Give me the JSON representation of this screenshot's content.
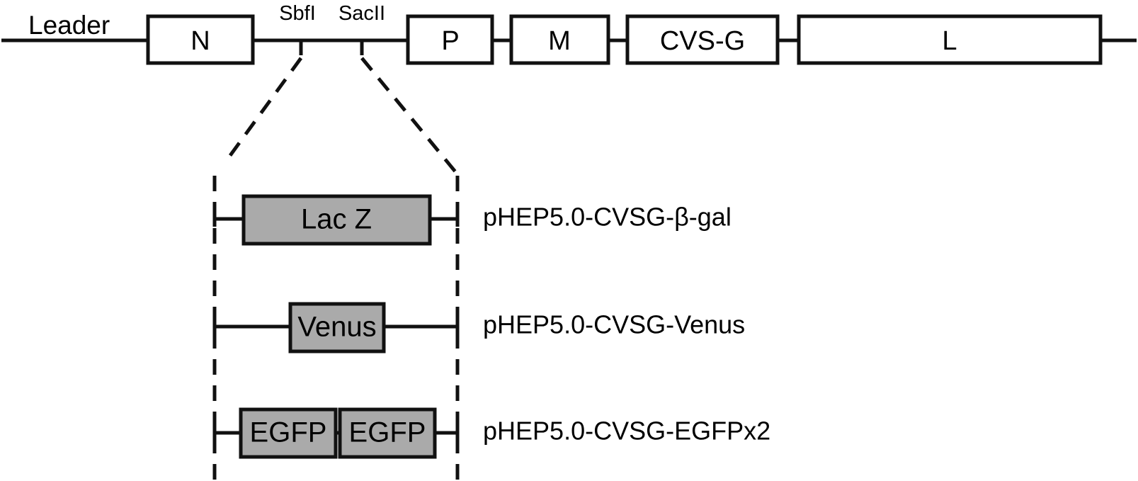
{
  "genome": {
    "leader_label": "Leader",
    "genes": [
      "N",
      "P",
      "M",
      "CVS-G",
      "L"
    ],
    "restriction_sites": [
      "SbfI",
      "SacII"
    ]
  },
  "inserts": [
    {
      "parts": [
        "Lac Z"
      ],
      "plasmid": "pHEP5.0-CVSG-β-gal"
    },
    {
      "parts": [
        "Venus"
      ],
      "plasmid": "pHEP5.0-CVSG-Venus"
    },
    {
      "parts": [
        "EGFP",
        "EGFP"
      ],
      "plasmid": "pHEP5.0-CVSG-EGFPx2"
    }
  ],
  "colors": {
    "line": "#111111",
    "gene_fill": "#ffffff",
    "insert_fill": "#aaaaaa"
  }
}
